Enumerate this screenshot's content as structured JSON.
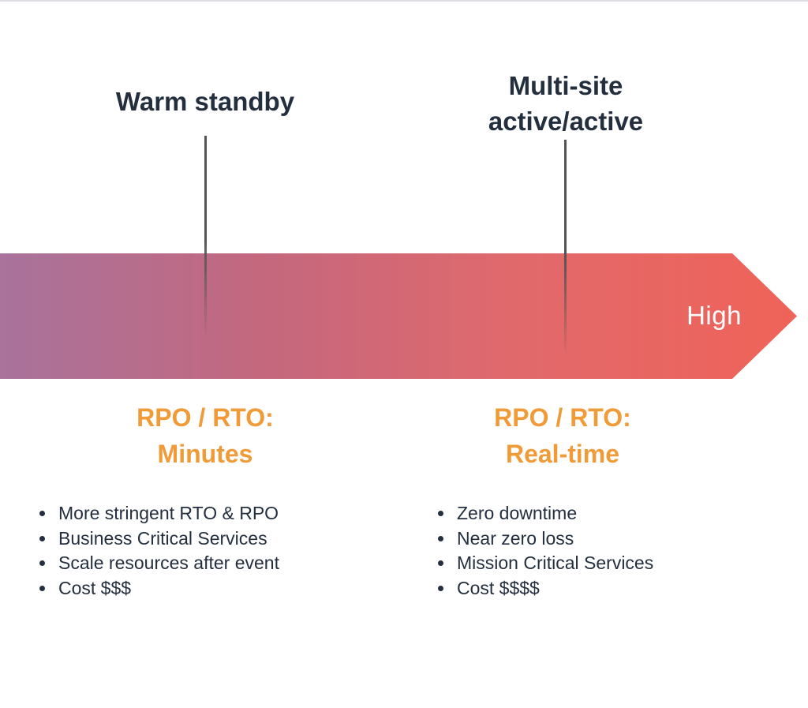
{
  "colors": {
    "arrow_start": "#a8739c",
    "arrow_mid1": "#c4687e",
    "arrow_mid2": "#e2696b",
    "arrow_end": "#ef6358",
    "accent_orange": "#f19b38",
    "text_navy": "#232f3e",
    "high_text": "#ffffff"
  },
  "axis": {
    "end_label": "High"
  },
  "strategies": [
    {
      "title_lines": [
        "Warm standby",
        ""
      ],
      "rpo_label": "RPO / RTO:",
      "rpo_value": "Minutes",
      "bullets": [
        "More stringent RTO & RPO",
        "Business Critical Services",
        "Scale resources after event",
        "Cost $$$"
      ]
    },
    {
      "title_lines": [
        "Multi-site",
        "active/active"
      ],
      "rpo_label": "RPO / RTO:",
      "rpo_value": "Real-time",
      "bullets": [
        "Zero downtime",
        "Near zero loss",
        "Mission Critical Services",
        "Cost $$$$"
      ]
    }
  ]
}
